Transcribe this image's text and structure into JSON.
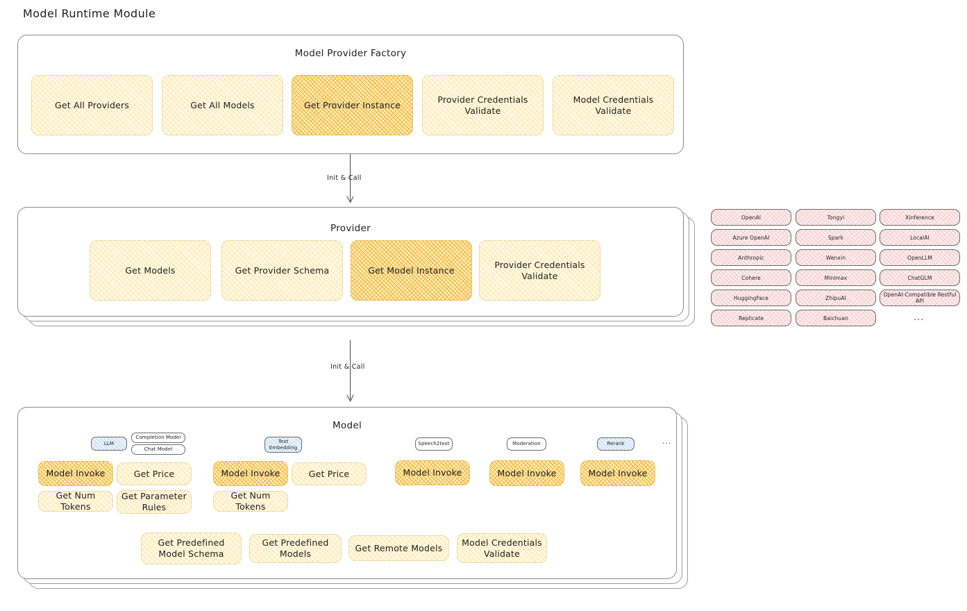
{
  "page": {
    "title": "Model Runtime Module"
  },
  "factory": {
    "title": "Model Provider Factory",
    "boxes": [
      {
        "label": "Get All Providers",
        "highlight": false
      },
      {
        "label": "Get All Models",
        "highlight": false
      },
      {
        "label": "Get Provider Instance",
        "highlight": true
      },
      {
        "label": "Provider Credentials Validate",
        "highlight": false
      },
      {
        "label": "Model Credentials Validate",
        "highlight": false
      }
    ]
  },
  "arrows": [
    {
      "label": "Init & Call"
    },
    {
      "label": "Init & Call"
    }
  ],
  "provider": {
    "title": "Provider",
    "boxes": [
      {
        "label": "Get Models",
        "highlight": false
      },
      {
        "label": "Get Provider Schema",
        "highlight": false
      },
      {
        "label": "Get Model Instance",
        "highlight": true
      },
      {
        "label": "Provider Credentials Validate",
        "highlight": false
      }
    ]
  },
  "provider_list": {
    "ellipsis": "...",
    "columns": [
      [
        "OpenAI",
        "Azure OpenAI",
        "Anthropic",
        "Cohere",
        "HuggingFace",
        "Replicate"
      ],
      [
        "Tongyi",
        "Spark",
        "Wenxin",
        "Minimax",
        "ZhipuAI",
        "Baichuan"
      ],
      [
        "Xinference",
        "LocalAI",
        "OpenLLM",
        "ChatGLM",
        "OpenAI-Compatible Restful API"
      ]
    ]
  },
  "model": {
    "title": "Model",
    "ellipsis": "...",
    "types": [
      {
        "name": "LLM",
        "style": "blue",
        "subtags": [
          "Completion Model",
          "Chat Model"
        ],
        "methods": [
          "Model Invoke",
          "Get Price",
          "Get Num Tokens",
          "Get Parameter Rules"
        ]
      },
      {
        "name": "Text Embedding",
        "style": "blue",
        "subtags": [],
        "methods": [
          "Model Invoke",
          "Get Price",
          "Get Num Tokens"
        ]
      },
      {
        "name": "Speech2text",
        "style": "white",
        "subtags": [],
        "methods": [
          "Model Invoke"
        ]
      },
      {
        "name": "Moderation",
        "style": "white",
        "subtags": [],
        "methods": [
          "Model Invoke"
        ]
      },
      {
        "name": "Rerank",
        "style": "blue",
        "subtags": [],
        "methods": [
          "Model Invoke"
        ]
      }
    ],
    "common_methods": [
      "Get Predefined Model Schema",
      "Get Predefined Models",
      "Get Remote Models",
      "Model Credentials Validate"
    ]
  }
}
